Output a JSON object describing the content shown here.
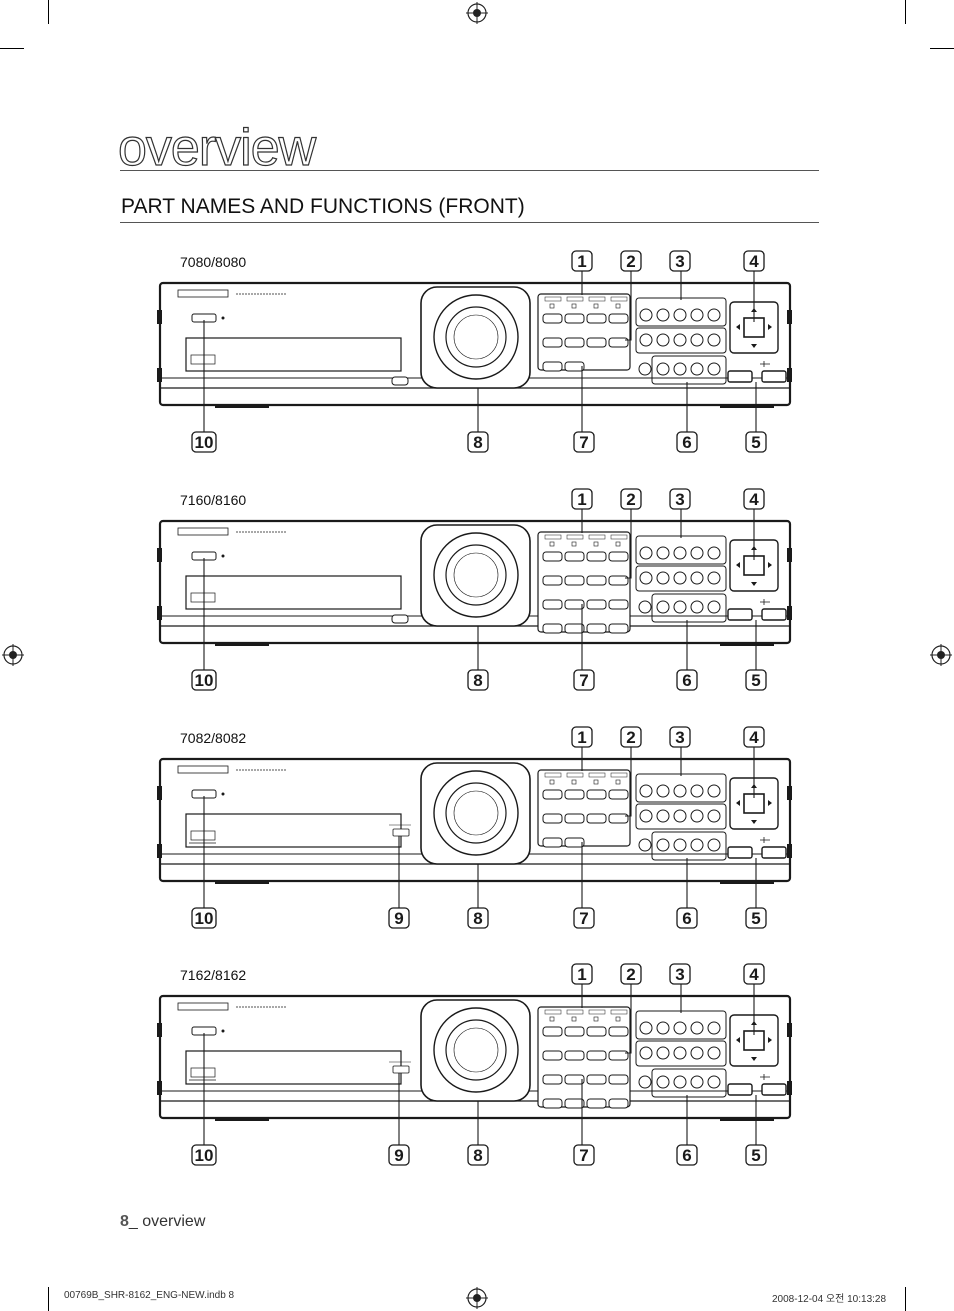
{
  "page": {
    "title": "overview",
    "section_title": "PART NAMES AND FUNCTIONS (FRONT)",
    "footer_page_number": "8",
    "footer_page_text": "_ overview",
    "print_file": "00769B_SHR-8162_ENG-NEW.indb   8",
    "print_timestamp": "2008-12-04   오전 10:13:28"
  },
  "devices": [
    {
      "model": "7080/8080",
      "callouts_top": [
        "1",
        "2",
        "3",
        "4"
      ],
      "callouts_bottom": [
        "10",
        "8",
        "7",
        "6",
        "5"
      ]
    },
    {
      "model": "7160/8160",
      "callouts_top": [
        "1",
        "2",
        "3",
        "4"
      ],
      "callouts_bottom": [
        "10",
        "8",
        "7",
        "6",
        "5"
      ]
    },
    {
      "model": "7082/8082",
      "callouts_top": [
        "1",
        "2",
        "3",
        "4"
      ],
      "callouts_bottom": [
        "10",
        "9",
        "8",
        "7",
        "6",
        "5"
      ]
    },
    {
      "model": "7162/8162",
      "callouts_top": [
        "1",
        "2",
        "3",
        "4"
      ],
      "callouts_bottom": [
        "10",
        "9",
        "8",
        "7",
        "6",
        "5"
      ]
    }
  ],
  "icons": [
    "registration-mark-icon",
    "ok-button-icon",
    "usb-icon"
  ]
}
